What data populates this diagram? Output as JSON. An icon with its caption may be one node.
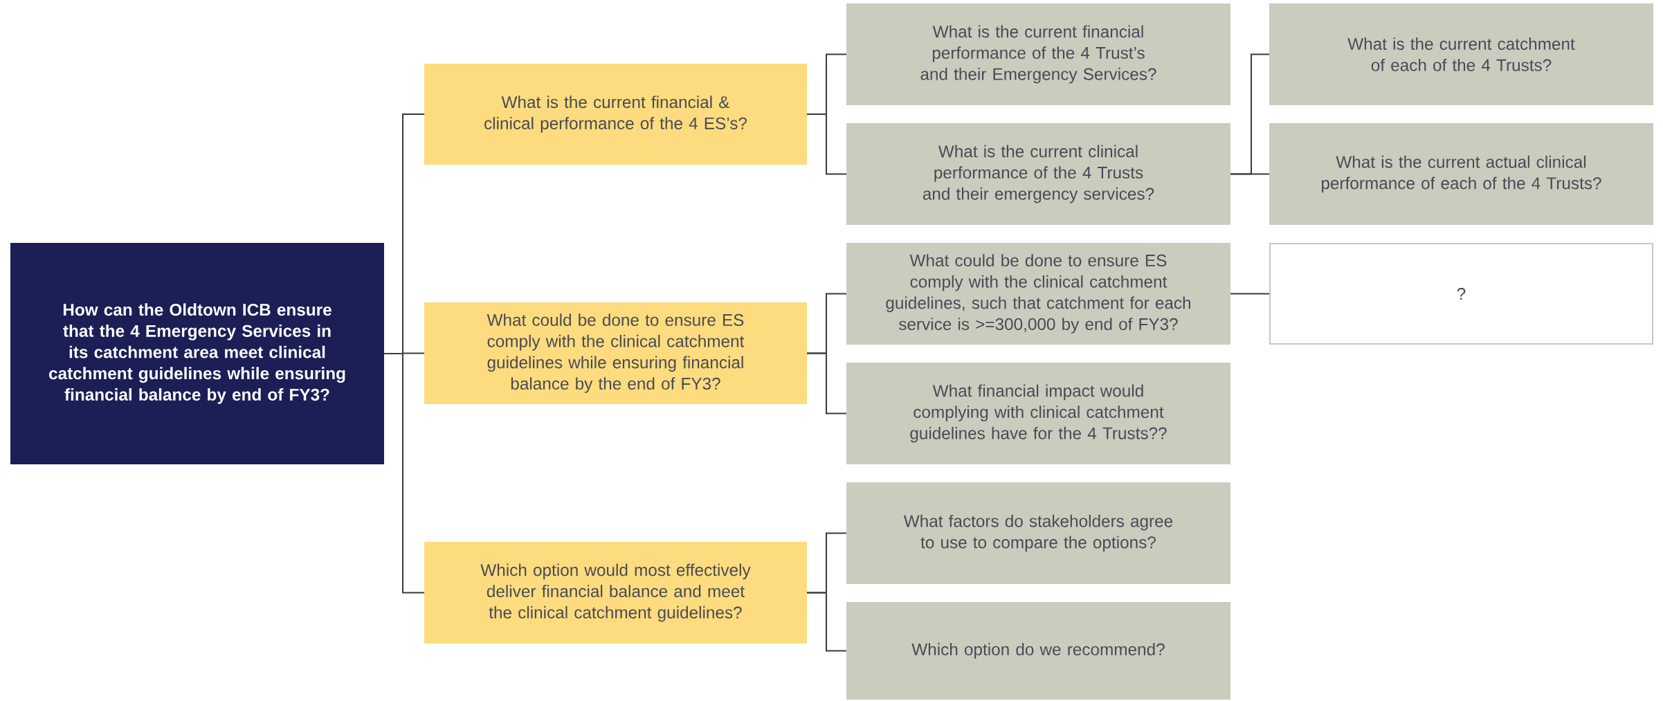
{
  "diagram": {
    "nodes": [
      {
        "text": [
          "How can the Oldtown ICB ensure that the 4 Emergency Services in its catchment area meet clinical catchment guidelines while ensuring financial balance by end of FY3?"
        ]
      },
      {
        "text": [
          "What is the current financial & clinical performance of the 4 ES’s?"
        ]
      },
      {
        "text": [
          "What is the current financial performance of the 4 Trust’s and their Emergency Services?"
        ]
      },
      {
        "text": [
          "What is the current clinical performance of the 4 Trusts and their emergency services?"
        ]
      },
      {
        "text": [
          "What is the current catchment of each of the 4 Trusts?"
        ]
      },
      {
        "text": [
          "What is the current actual clinical performance of each of the 4 Trusts?"
        ]
      },
      {
        "text": [
          "What could be done to ensure ES comply with the clinical catchment guidelines while ensuring financial balance by the end of FY3?"
        ]
      },
      {
        "text": [
          "What could be done to ensure ES comply with the clinical catchment guidelines, such that catchment for each service is >=300,000 by end of FY3?"
        ]
      },
      {
        "text": [
          "?"
        ]
      },
      {
        "text": [
          "What financial impact would complying with clinical catchment guidelines have for the 4 Trusts??"
        ]
      },
      {
        "text": [
          "Which option would most effectively deliver financial balance and meet the clinical catchment guidelines?"
        ]
      },
      {
        "text": [
          "What factors do stakeholders agree to use to compare the options?"
        ]
      },
      {
        "text": [
          "Which option do we recommend?"
        ]
      }
    ],
    "edges": [
      {
        "from": 0,
        "to": 1,
        "arrow": "none"
      },
      {
        "from": 0,
        "to": 6,
        "arrow": "none"
      },
      {
        "from": 0,
        "to": 10,
        "arrow": "none"
      },
      {
        "from": 1,
        "to": 2,
        "arrow": "none"
      },
      {
        "from": 1,
        "to": 3,
        "arrow": "none"
      },
      {
        "from": 3,
        "to": 4,
        "arrow": "none"
      },
      {
        "from": 3,
        "to": 5,
        "arrow": "none"
      },
      {
        "from": 6,
        "to": 7,
        "arrow": "none"
      },
      {
        "from": 6,
        "to": 9,
        "arrow": "none"
      },
      {
        "from": 7,
        "to": 8,
        "arrow": "none"
      },
      {
        "from": 10,
        "to": 11,
        "arrow": "none"
      },
      {
        "from": 10,
        "to": 12,
        "arrow": "none"
      }
    ]
  }
}
